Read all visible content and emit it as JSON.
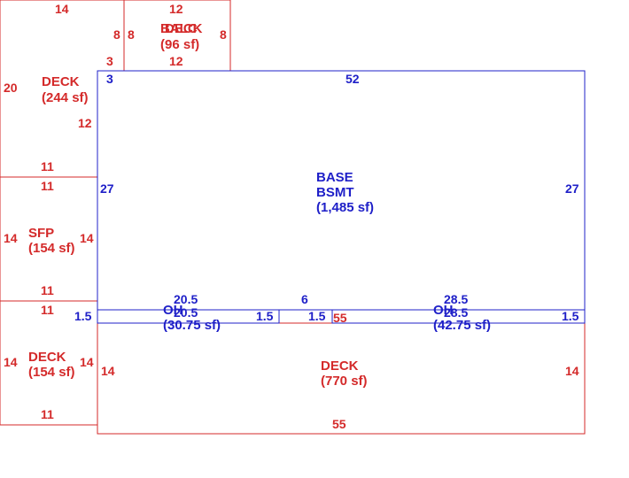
{
  "colors": {
    "red": "#d42a2a",
    "blue": "#1f20c8"
  },
  "areas": {
    "deck_top_left": {
      "name": "DECK",
      "area": "(244 sf)"
    },
    "deck_top_small": {
      "name_a": "BALC",
      "name_b": "DECK",
      "area": "(96 sf)"
    },
    "base_bsmt": {
      "line1": "BASE",
      "line2": "BSMT",
      "area": "(1,485 sf)"
    },
    "sfp": {
      "name": "SFP",
      "area": "(154 sf)"
    },
    "deck_bottom_left": {
      "name": "DECK",
      "area": "(154 sf)"
    },
    "oh_left": {
      "name": "OH",
      "area": "(30.75 sf)"
    },
    "oh_right": {
      "name": "OH",
      "area": "(42.75 sf)"
    },
    "deck_big": {
      "name": "DECK",
      "area": "(770 sf)"
    }
  },
  "dims": {
    "tl_top": "14",
    "tl_left": "20",
    "tl_notch": "3",
    "tl_right": "12",
    "tl_bottom": "11",
    "deck96_top": "12",
    "deck96_left_out": "8",
    "deck96_left_in": "8",
    "deck96_right": "8",
    "deck96_bottom": "12",
    "base_notch": "3",
    "base_top": "52",
    "base_left": "27",
    "base_right": "27",
    "sfp_top": "11",
    "sfp_left": "14",
    "sfp_right": "14",
    "sfp_bottom": "11",
    "bl_top": "11",
    "bl_left": "14",
    "bl_right": "14",
    "bl_bottom": "11",
    "ohl_top": "20.5",
    "ohl_bottom": "20.5",
    "ohl_left": "1.5",
    "ohl_right": "1.5",
    "gap": "6",
    "gap_side": "1.5",
    "ohr_top": "28.5",
    "ohr_bottom": "28.5",
    "ohr_right": "1.5",
    "big_top": "55",
    "big_left": "14",
    "big_right": "14",
    "big_bottom": "55"
  }
}
